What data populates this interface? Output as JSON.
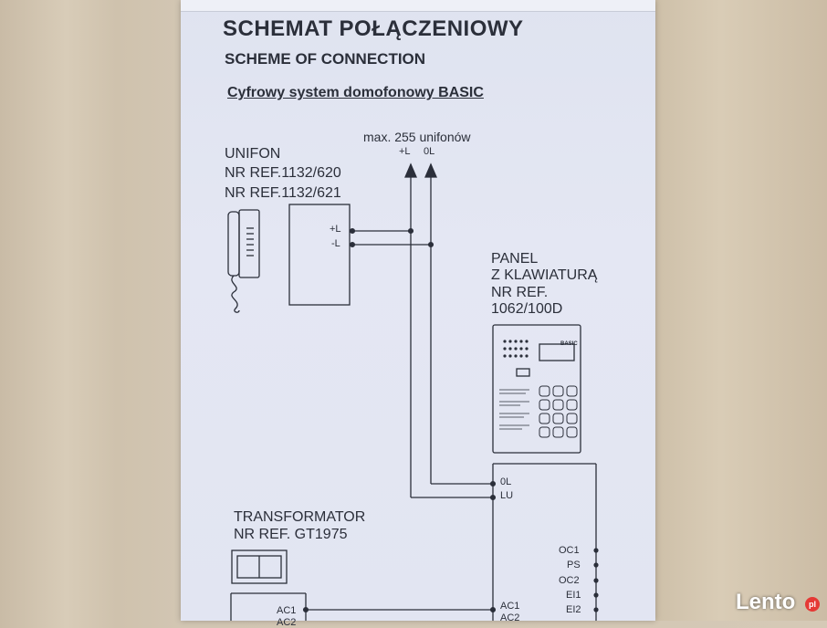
{
  "title": "SCHEMAT POŁĄCZENIOWY",
  "subtitle": "SCHEME OF CONNECTION",
  "system": "Cyfrowy system domofonowy BASIC",
  "bus": {
    "max_label": "max. 255 unifonów",
    "plus_l": "+L",
    "zero_l": "0L"
  },
  "unifon": {
    "name": "UNIFON",
    "ref1": "NR REF.1132/620",
    "ref2": "NR REF.1132/621",
    "pin_plus": "+L",
    "pin_minus": "-L"
  },
  "panel": {
    "line1": "PANEL",
    "line2": "Z KLAWIATURĄ",
    "line3": "NR REF.",
    "line4": "1062/100D",
    "brand": "BASIC",
    "pins_left": [
      "0L",
      "LU",
      "AC1",
      "AC2"
    ],
    "pins_right": [
      "OC1",
      "PS",
      "OC2",
      "EI1",
      "EI2"
    ]
  },
  "transformer": {
    "name": "TRANSFORMATOR",
    "ref": "NR REF. GT1975",
    "pins": [
      "AC1",
      "AC2"
    ]
  },
  "watermark": {
    "brand": "Lento",
    "suffix": "pl"
  },
  "colors": {
    "paper": "#e1e4f1",
    "ink": "#2b2f3a",
    "wood": "#d3c6b2",
    "watermark_red": "#e53935"
  }
}
